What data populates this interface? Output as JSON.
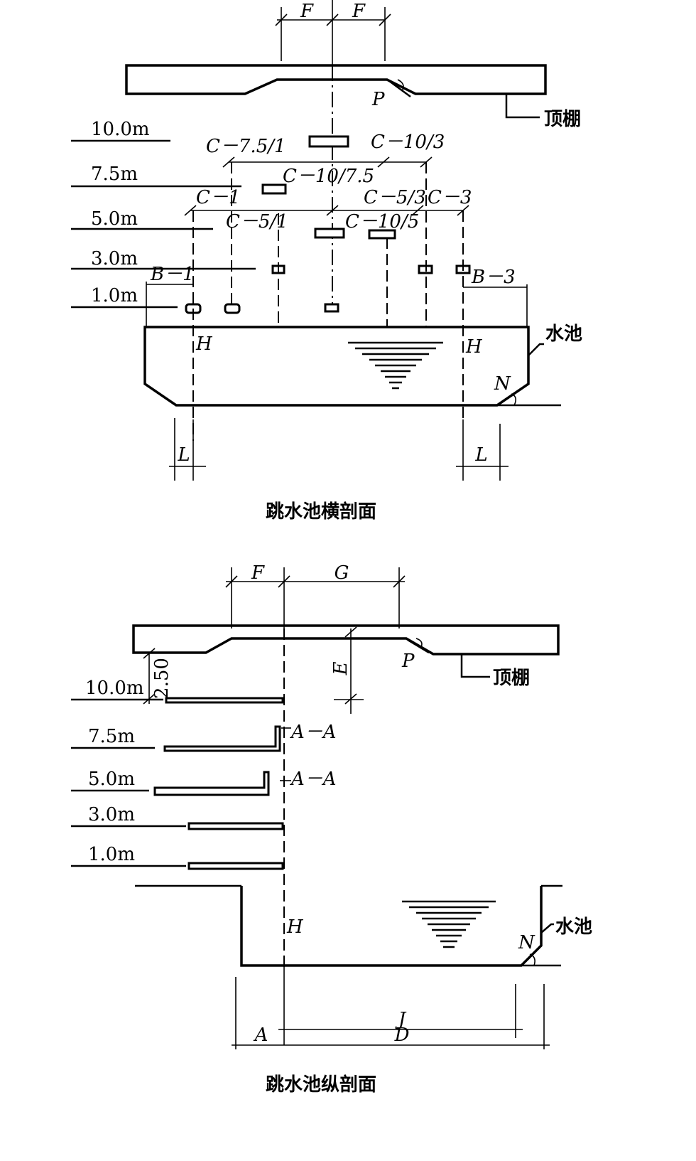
{
  "cross_section": {
    "caption": "跳水池横剖面",
    "dims": {
      "f_left": "F",
      "f_right": "F",
      "l_left": "L",
      "l_right": "L"
    },
    "labels": {
      "p": "P",
      "ceiling": "顶棚",
      "pool": "水池",
      "h_left": "H",
      "h_right": "H",
      "n": "N",
      "b1": "B－1",
      "b3": "B－3"
    },
    "levels": [
      "10.0m",
      "7.5m",
      "5.0m",
      "3.0m",
      "1.0m"
    ],
    "clearances": [
      "C－7.5/1",
      "C－10/3",
      "C－10/7.5",
      "C－1",
      "C－5/3",
      "C－3",
      "C－5/1",
      "C－10/5"
    ]
  },
  "long_section": {
    "caption": "跳水池纵剖面",
    "dims": {
      "f": "F",
      "g": "G",
      "e": "E",
      "e_val": "2.50",
      "a": "A",
      "j": "J",
      "d": "D"
    },
    "labels": {
      "p": "P",
      "ceiling": "顶棚",
      "pool": "水池",
      "h": "H",
      "n": "N",
      "aa1": "A－A",
      "aa2": "A－A"
    },
    "levels": [
      "10.0m",
      "7.5m",
      "5.0m",
      "3.0m",
      "1.0m"
    ]
  }
}
